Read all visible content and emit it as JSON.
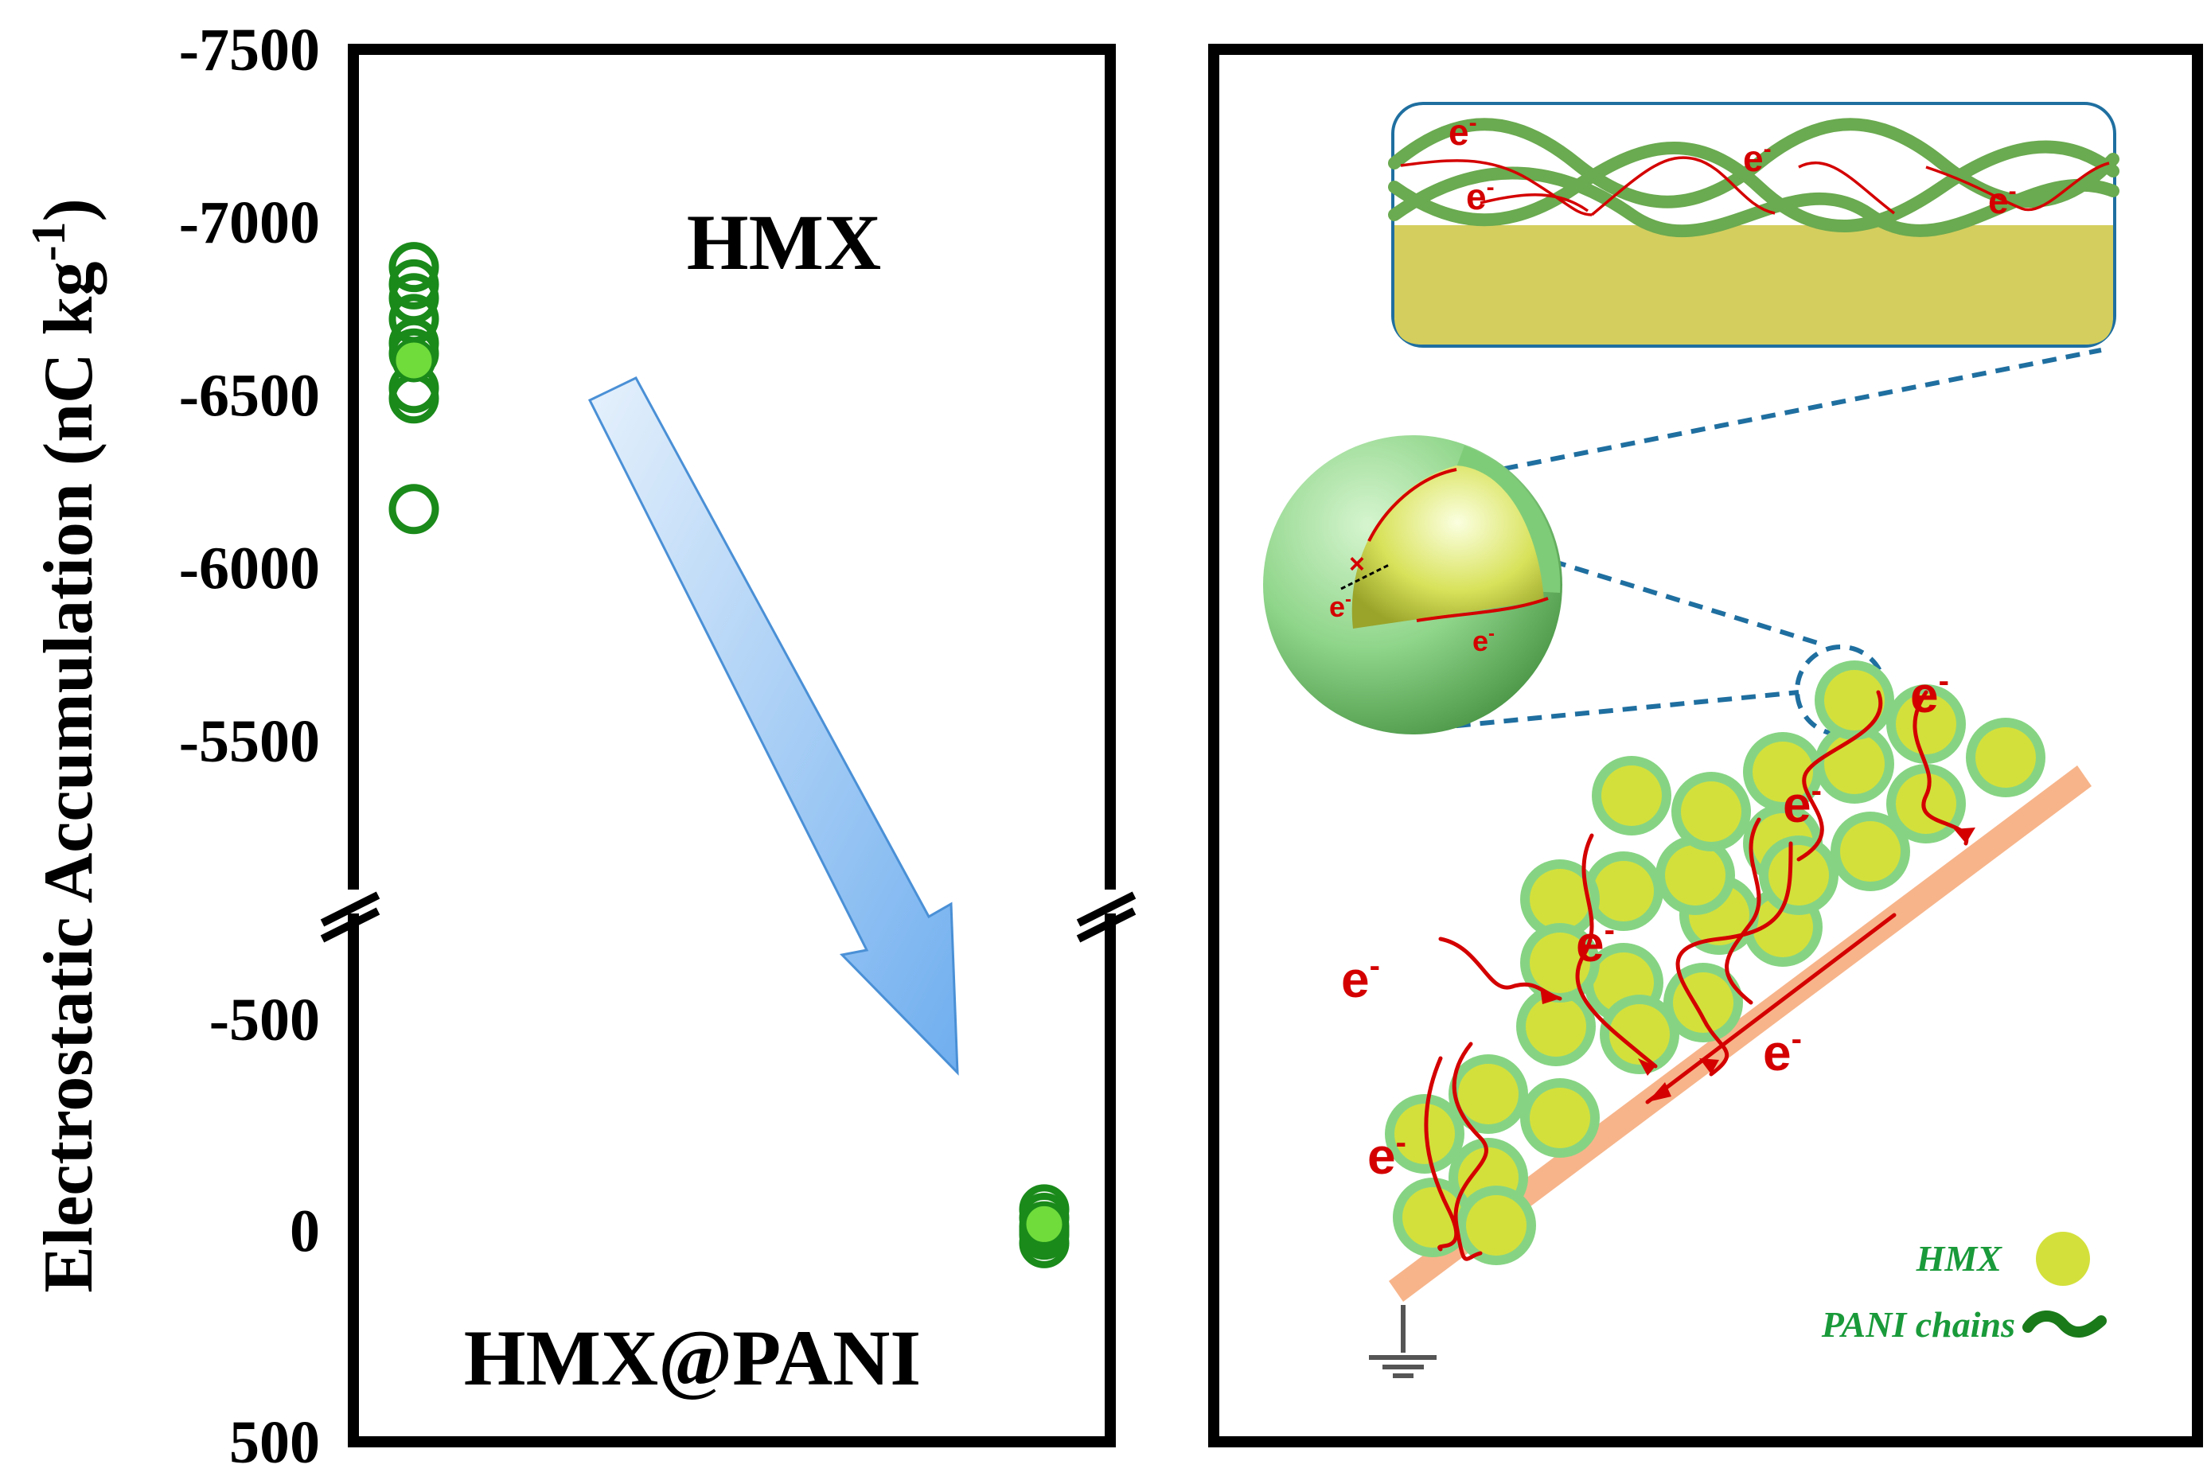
{
  "chart_data": {
    "type": "scatter",
    "ylabel": "Electrostatic Accumulation (nC kg",
    "ylabel_superscript": "-1",
    "ylabel_close": ")",
    "y_axis_reversed": true,
    "y_axis_broken": true,
    "y_segments": [
      {
        "range": [
          -7500,
          -5000
        ],
        "ticks": [
          "-7500",
          "-7000",
          "-6500",
          "-6000",
          "-5500"
        ]
      },
      {
        "range": [
          -750,
          500
        ],
        "ticks": [
          "-500",
          "0",
          "500"
        ]
      }
    ],
    "annotations": [
      "HMX",
      "HMX@PANI"
    ],
    "series": [
      {
        "group": "HMX",
        "points": [
          -6870,
          -6820,
          -6780,
          -6720,
          -6650,
          -6620,
          -6520,
          -6490,
          -6170
        ],
        "mean": -6600
      },
      {
        "group": "HMX@PANI",
        "points": [
          -50,
          -30,
          -10,
          0,
          10,
          30
        ],
        "mean": -15
      }
    ],
    "colors": {
      "marker": "#1a8a1a",
      "mean_fill": "#6fdc3c",
      "arrow": "#8fc0f0"
    }
  },
  "schematic": {
    "electron_label": "e",
    "electron_superscript": "-",
    "legend": [
      {
        "label": "HMX",
        "icon": "hmx-particle-icon"
      },
      {
        "label": "PANI chains",
        "icon": "pani-chain-icon"
      }
    ],
    "colors": {
      "particle_core": "#d3e03c",
      "particle_shell": "#86d483",
      "substrate": "#f7b48a",
      "electron_path": "#d40000",
      "zoom_line": "#1f6fa0",
      "crystal_surface": "#d4ce5e",
      "chain": "#6aaa50"
    }
  }
}
